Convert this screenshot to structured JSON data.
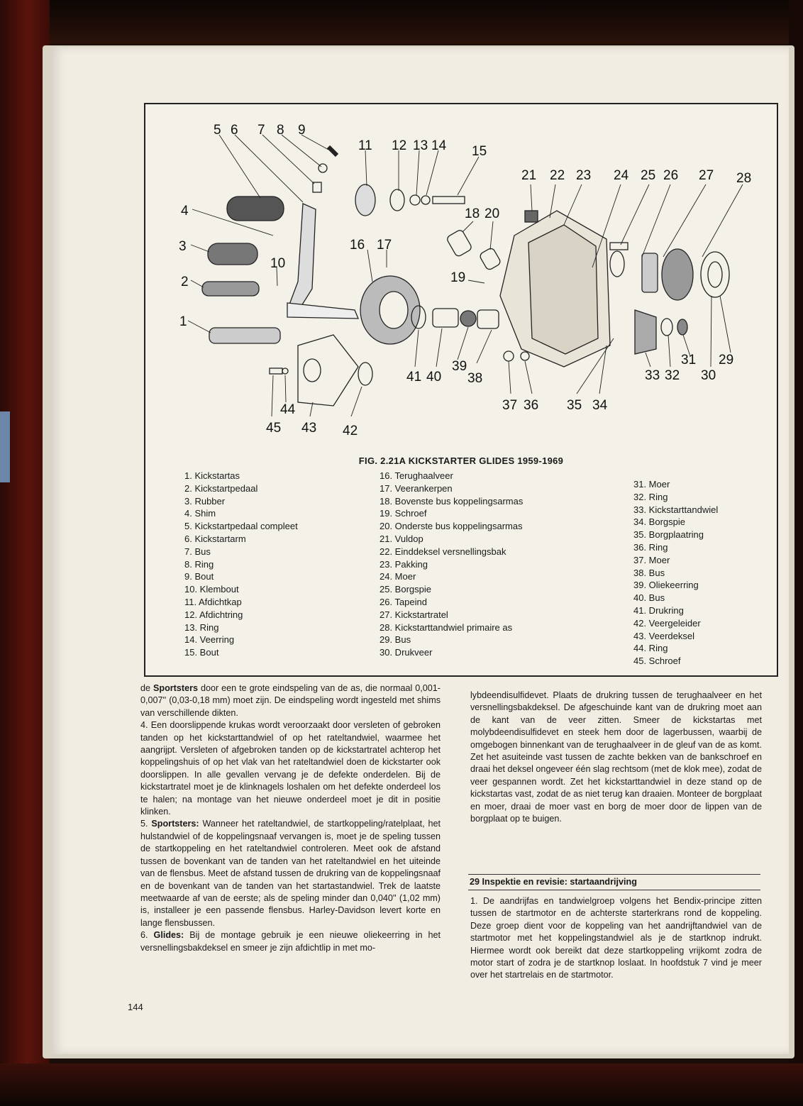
{
  "figure": {
    "caption": "FIG. 2.21A KICKSTARTER GLIDES 1959-1969",
    "callouts": [
      "1",
      "2",
      "3",
      "4",
      "5",
      "6",
      "7",
      "8",
      "9",
      "10",
      "11",
      "12",
      "13",
      "14",
      "15",
      "16",
      "17",
      "18",
      "19",
      "20",
      "21",
      "22",
      "23",
      "24",
      "25",
      "26",
      "27",
      "28",
      "29",
      "30",
      "31",
      "32",
      "33",
      "34",
      "35",
      "36",
      "37",
      "38",
      "39",
      "40",
      "41",
      "42",
      "43",
      "44",
      "45"
    ],
    "parts_col1": [
      "1. Kickstartas",
      "2. Kickstartpedaal",
      "3. Rubber",
      "4. Shim",
      "5. Kickstartpedaal compleet",
      "6. Kickstartarm",
      "7. Bus",
      "8. Ring",
      "9. Bout",
      "10. Klembout",
      "11. Afdichtkap",
      "12. Afdichtring",
      "13. Ring",
      "14. Veerring",
      "15. Bout"
    ],
    "parts_col2": [
      "16. Terughaalveer",
      "17. Veerankerpen",
      "18. Bovenste bus koppelingsarmas",
      "19. Schroef",
      "20. Onderste bus koppelingsarmas",
      "21. Vuldop",
      "22. Einddeksel versnellingsbak",
      "23. Pakking",
      "24. Moer",
      "25. Borgspie",
      "26. Tapeind",
      "27. Kickstartratel",
      "28. Kickstarttandwiel primaire as",
      "29. Bus",
      "30. Drukveer"
    ],
    "parts_col3": [
      "31. Moer",
      "32. Ring",
      "33. Kickstarttandwiel",
      "34. Borgspie",
      "35. Borgplaatring",
      "36. Ring",
      "37. Moer",
      "38. Bus",
      "39. Oliekeerring",
      "40. Bus",
      "41. Drukring",
      "42. Veergeleider",
      "43. Veerdeksel",
      "44. Ring",
      "45. Schroef"
    ]
  },
  "left_column": {
    "p1_prefix": "de ",
    "p1_bold": "Sportsters",
    "p1_text": " door een te grote eindspeling van de as, die normaal 0,001-0,007'' (0,03-0,18 mm) moet zijn. De eindspeling wordt ingesteld met shims van verschillende dikten.",
    "p2": "4. Een doorslippende krukas wordt veroorzaakt door versleten of gebroken tanden op het kickstarttandwiel of op het rateltandwiel, waarmee het aangrijpt. Versleten of afgebroken tanden op de kickstartratel achterop het koppelingshuis of op het vlak van het rateltandwiel doen de kickstarter ook doorslippen. In alle gevallen vervang je de defekte onderdelen. Bij de kickstartratel moet je de klinknagels loshalen om het defekte onderdeel los te halen; na montage van het nieuwe onderdeel moet je dit in positie klinken.",
    "p3_prefix": "5. ",
    "p3_bold": "Sportsters:",
    "p3_text": " Wanneer het rateltandwiel, de startkoppeling/ratelplaat, het hulstandwiel of de koppelingsnaaf vervangen is, moet je de speling tussen de startkoppeling en het rateltandwiel controleren. Meet ook de afstand tussen de bovenkant van de tanden van het rateltandwiel en het uiteinde van de flensbus. Meet de afstand tussen de drukring van de koppelingsnaaf en de bovenkant van de tanden van het startastandwiel. Trek de laatste meetwaarde af van de eerste; als de speling minder dan 0,040'' (1,02 mm) is, installeer je een passende flensbus. Harley-Davidson levert korte en lange flensbussen.",
    "p4_prefix": "6. ",
    "p4_bold": "Glides:",
    "p4_text": " Bij de montage gebruik je een nieuwe oliekeerring in het versnellingsbakdeksel en smeer je zijn afdichtlip in met mo-"
  },
  "right_column": {
    "p1": "lybdeendisulfidevet. Plaats de drukring tussen de terughaalveer en het versnellingsbakdeksel. De afgeschuinde kant van de drukring moet aan de kant van de veer zitten. Smeer de kickstartas met molybdeendisulfidevet en steek hem door de lagerbussen, waarbij de omgebogen binnenkant van de terughaalveer in de gleuf van de as komt. Zet het asuiteinde vast tussen de zachte bekken van de bankschroef en draai het deksel ongeveer één slag rechtsom (met de klok mee), zodat de veer gespannen wordt. Zet het kickstarttandwiel in deze stand op de kickstartas vast, zodat de as niet terug kan draaien. Monteer de borgplaat en moer, draai de moer vast en borg de moer door de lippen van de borgplaat op te buigen.",
    "section_title": "29 Inspektie en revisie: startaandrijving",
    "section_p1": "1. De aandrijfas en tandwielgroep volgens het Bendix-principe zitten tussen de startmotor en de achterste starterkrans rond de koppeling. Deze groep dient voor de koppeling van het aandrijftandwiel van de startmotor met het koppelingstandwiel als je de startknop indrukt. Hiermee wordt ook bereikt dat deze startkoppeling vrijkomt zodra de motor start of zodra je de startknop loslaat. In hoofdstuk 7 vind je meer over het startrelais en de startmotor."
  },
  "page_number": "144"
}
